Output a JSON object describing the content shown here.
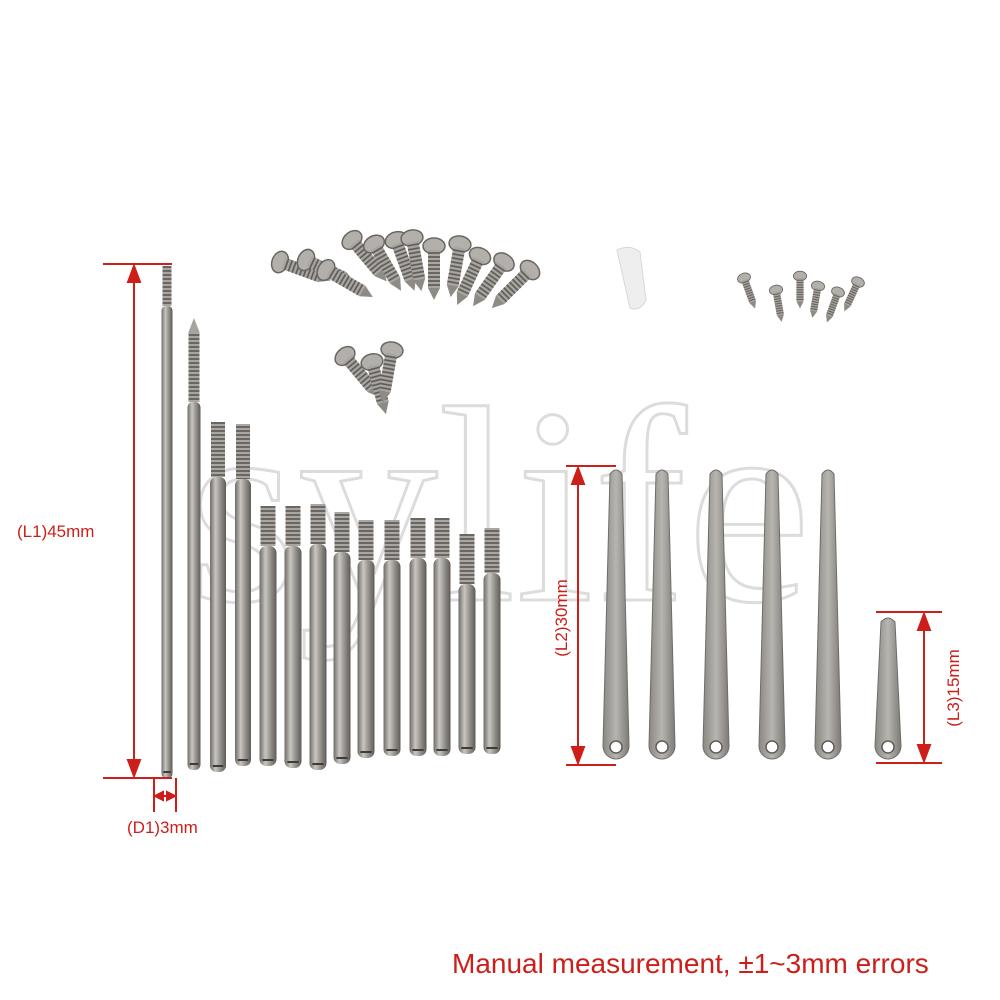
{
  "watermark": "sylife",
  "labels": {
    "l1": "(L1)45mm",
    "d1": "(D1)3mm",
    "l2": "(L2)30mm",
    "l3": "(L3)15mm"
  },
  "caption": "Manual measurement,  ±1~3mm errors",
  "colors": {
    "annotation": "#cc1f1a",
    "metal": "#8f8c88",
    "background": "#ffffff"
  }
}
